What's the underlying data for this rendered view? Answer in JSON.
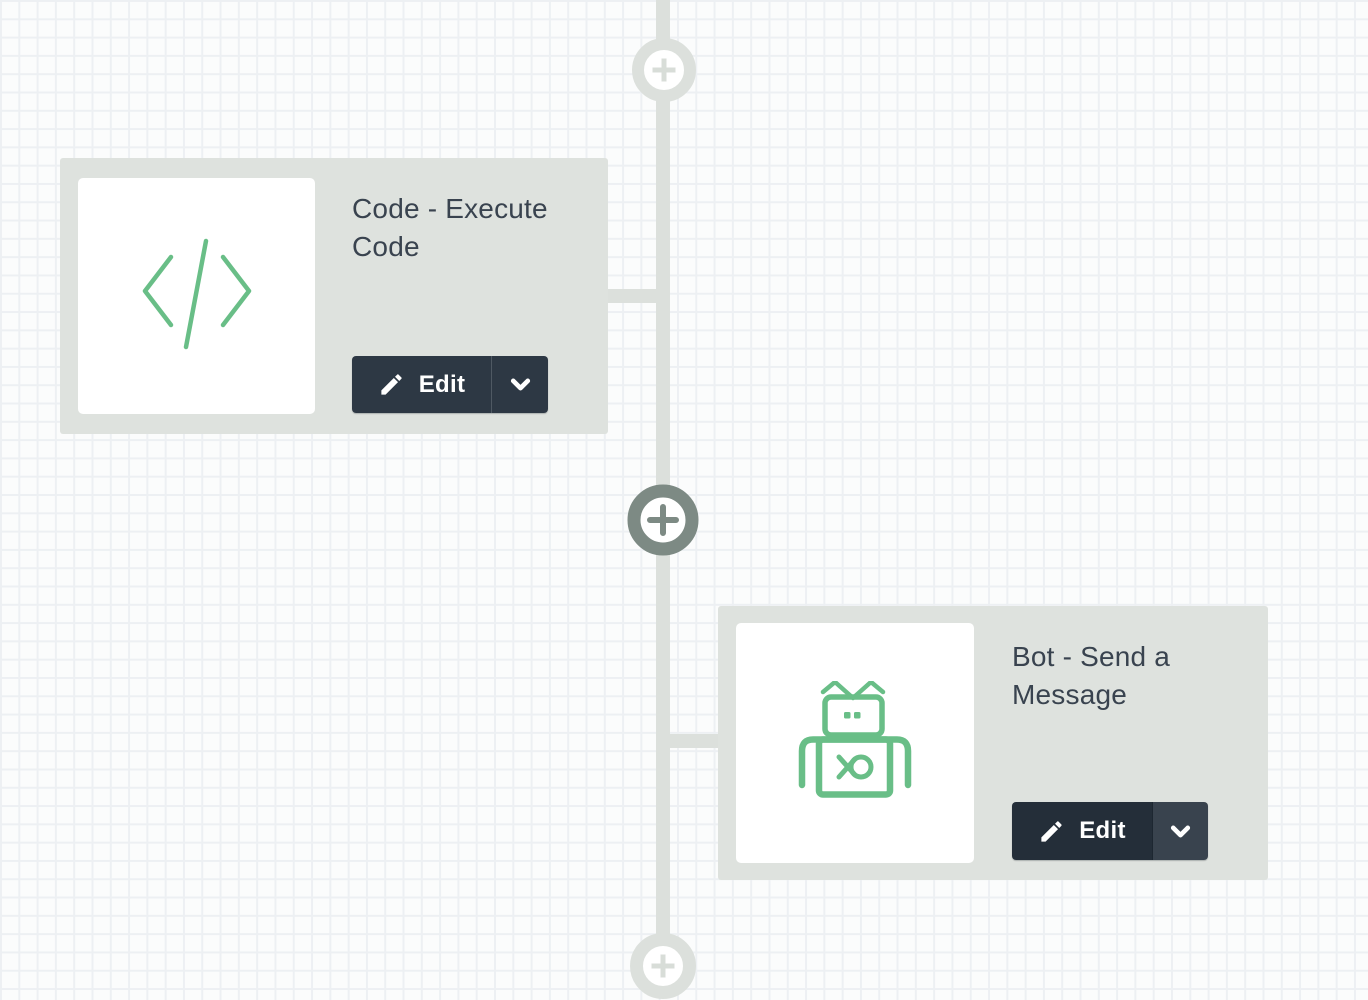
{
  "canvas": {
    "type": "flow-builder-canvas",
    "grid_visible": true
  },
  "cards": [
    {
      "title": "Code - Execute Code",
      "icon": "code-icon",
      "edit_label": "Edit",
      "has_dropdown": true
    },
    {
      "title": "Bot - Send a Message",
      "icon": "bot-icon",
      "edit_label": "Edit",
      "has_dropdown": true
    }
  ],
  "add_buttons": [
    {
      "position": "top",
      "icon": "plus-icon",
      "state": "default"
    },
    {
      "position": "middle",
      "icon": "plus-icon",
      "state": "highlighted"
    },
    {
      "position": "bottom",
      "icon": "plus-icon",
      "state": "default"
    }
  ],
  "colors": {
    "accent_green": "#69be87",
    "card_background": "#dee2de",
    "title_text": "#39434f",
    "button_dark": "#2d3844",
    "button_darker": "#242e39",
    "button_caret_light": "#39434e",
    "connector": "#dce0dc",
    "connector_highlight": "#7d8a84",
    "canvas_background": "#fbfcfc",
    "grid_line": "#edf0f3"
  }
}
